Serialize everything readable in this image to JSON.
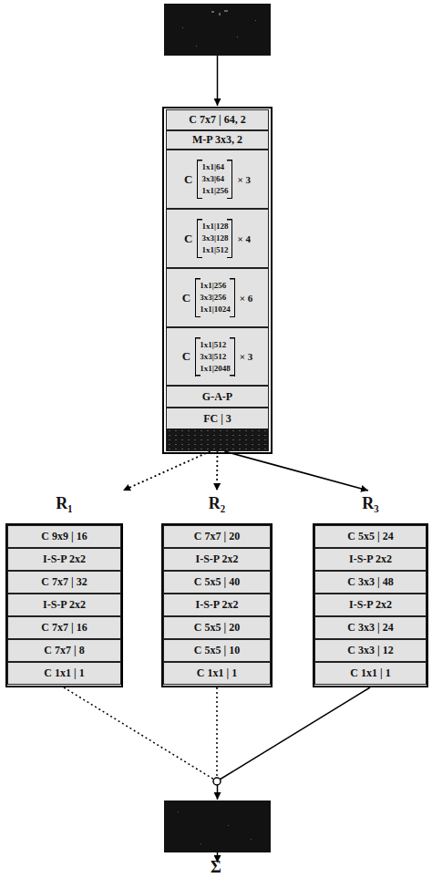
{
  "diagram": {
    "nodes": [
      {
        "text": [
          "C 7x7 | 64, 2"
        ]
      },
      {
        "text": [
          "M-P 3x3, 2"
        ]
      },
      {
        "text": [
          "C",
          "1x1|64",
          "3x3|64",
          "1x1|256",
          "× 3"
        ]
      },
      {
        "text": [
          "C",
          "1x1|128",
          "3x3|128",
          "1x1|512",
          "× 4"
        ]
      },
      {
        "text": [
          "C",
          "1x1|256",
          "3x3|256",
          "1x1|1024",
          "× 6"
        ]
      },
      {
        "text": [
          "C",
          "1x1|512",
          "3x3|512",
          "1x1|2048",
          "× 3"
        ]
      },
      {
        "text": [
          "G-A-P"
        ]
      },
      {
        "text": [
          "FC | 3"
        ]
      },
      {
        "text": [
          "R₁"
        ]
      },
      {
        "text": [
          "C 9x9 | 16"
        ],
        "in": 8
      },
      {
        "text": [
          "I-S-P 2x2"
        ],
        "in": 8
      },
      {
        "text": [
          "C 7x7 | 32"
        ],
        "in": 8
      },
      {
        "text": [
          "I-S-P 2x2"
        ],
        "in": 8
      },
      {
        "text": [
          "C 7x7 | 16"
        ],
        "in": 8
      },
      {
        "text": [
          "C 7x7 | 8"
        ],
        "in": 8
      },
      {
        "text": [
          "C 1x1 | 1"
        ],
        "in": 8
      },
      {
        "text": [
          "R₂"
        ]
      },
      {
        "text": [
          "C 7x7 | 20"
        ],
        "in": 16
      },
      {
        "text": [
          "I-S-P 2x2"
        ],
        "in": 16
      },
      {
        "text": [
          "C 5x5 | 40"
        ],
        "in": 16
      },
      {
        "text": [
          "I-S-P 2x2"
        ],
        "in": 16
      },
      {
        "text": [
          "C 5x5 | 20"
        ],
        "in": 16
      },
      {
        "text": [
          "C 5x5 | 10"
        ],
        "in": 16
      },
      {
        "text": [
          "C 1x1 | 1"
        ],
        "in": 16
      },
      {
        "text": [
          "R₃"
        ]
      },
      {
        "text": [
          "C 5x5 | 24"
        ],
        "in": 24
      },
      {
        "text": [
          "I-S-P 2x2"
        ],
        "in": 24
      },
      {
        "text": [
          "C 3x3 | 48"
        ],
        "in": 24
      },
      {
        "text": [
          "I-S-P 2x2"
        ],
        "in": 24
      },
      {
        "text": [
          "C 3x3 | 24"
        ],
        "in": 24
      },
      {
        "text": [
          "C 3x3 | 12"
        ],
        "in": 24
      },
      {
        "text": [
          "C 1x1 | 1"
        ],
        "in": 24
      }
    ],
    "edges": [
      {
        "from": 7,
        "to": 8,
        "arrow": "to"
      },
      {
        "from": 7,
        "to": 16,
        "arrow": "to"
      },
      {
        "from": 7,
        "to": 24,
        "arrow": "to"
      }
    ],
    "labels": [
      "Σ"
    ]
  }
}
